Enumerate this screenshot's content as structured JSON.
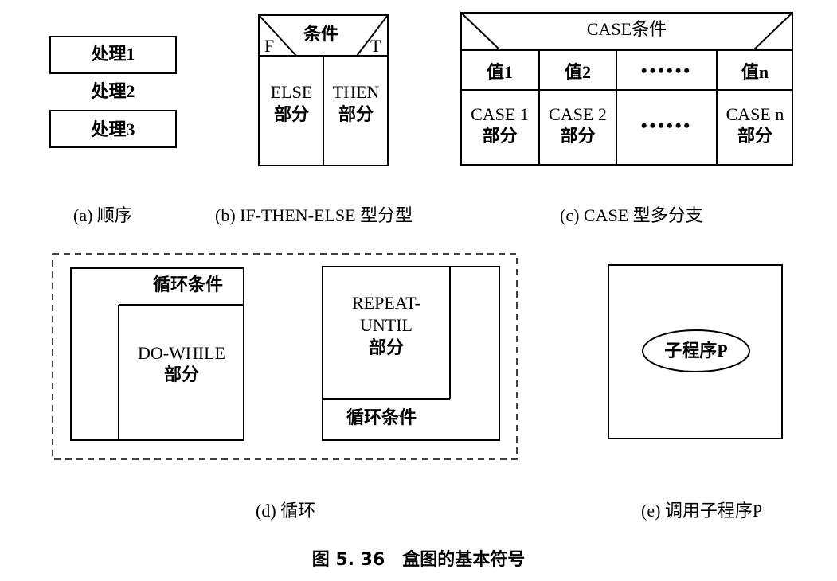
{
  "a": {
    "rows": [
      "处理1",
      "处理2",
      "处理3"
    ],
    "caption": "(a) 顺序"
  },
  "b": {
    "f": "F",
    "t": "T",
    "cond": "条件",
    "else1": "ELSE",
    "else2": "部分",
    "then1": "THEN",
    "then2": "部分",
    "caption": "(b) IF-THEN-ELSE 型分型"
  },
  "c": {
    "header": "CASE条件",
    "values": [
      "值1",
      "值2",
      "••••••",
      "值n"
    ],
    "parts": [
      {
        "l1": "CASE 1",
        "l2": "部分"
      },
      {
        "l1": "CASE 2",
        "l2": "部分"
      },
      {
        "l1": "••••••",
        "l2": ""
      },
      {
        "l1": "CASE n",
        "l2": "部分"
      }
    ],
    "caption": "(c) CASE 型多分支"
  },
  "d": {
    "while_cond": "循环条件",
    "while_body1": "DO-WHILE",
    "while_body2": "部分",
    "repeat_body1": "REPEAT-",
    "repeat_body2": "UNTIL",
    "repeat_body3": "部分",
    "until_cond": "循环条件",
    "caption": "(d) 循环"
  },
  "e": {
    "sub": "子程序P",
    "caption": "(e) 调用子程序P"
  },
  "figure_title": "图 5. 36　盒图的基本符号"
}
